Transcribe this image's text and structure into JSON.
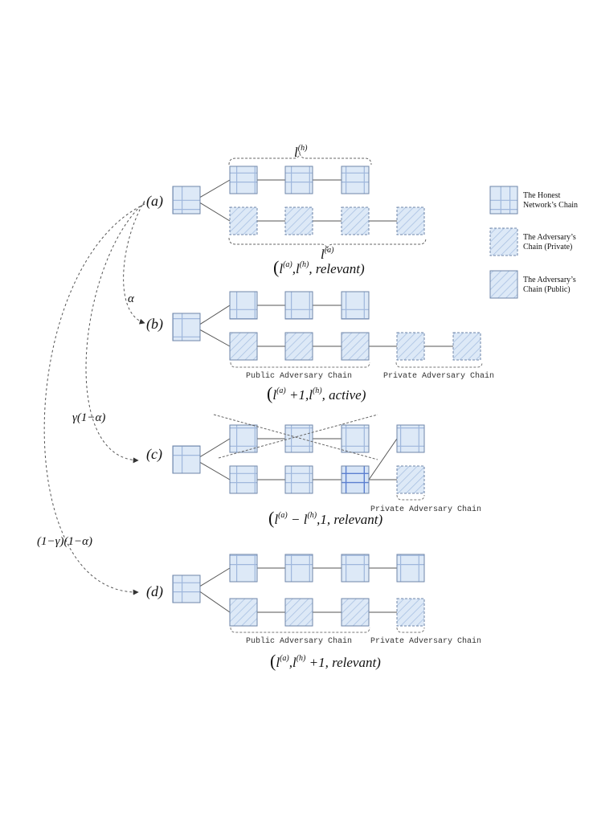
{
  "colors": {
    "block_fill": "#dde9f7",
    "block_border": "#6f86a8",
    "grid_line": "#9fb7dc",
    "grid_line_strong": "#5b7fd0",
    "hatch_line": "#a9c1e2",
    "connector": "#555555",
    "dashed": "#555555"
  },
  "states": {
    "a": {
      "label": "(a)",
      "tuple": {
        "pre": "(",
        "l1": "l",
        "s1": "(a)",
        "comma1": ",",
        "l2": "l",
        "s2": "(h)",
        "rest": ", relevant)"
      }
    },
    "b": {
      "label": "(b)",
      "tuple": {
        "pre": "(",
        "l1": "l",
        "s1": "(a)",
        "mid": " +1,",
        "l2": "l",
        "s2": "(h)",
        "rest": ", active)"
      }
    },
    "c": {
      "label": "(c)",
      "tuple": {
        "pre": "(",
        "l1": "l",
        "s1": "(a)",
        "mid": " − ",
        "l2": "l",
        "s2": "(h)",
        "rest": ",1, relevant)"
      }
    },
    "d": {
      "label": "(d)",
      "tuple": {
        "pre": "(",
        "l1": "l",
        "s1": "(a)",
        "comma1": ",",
        "l2": "l",
        "s2": "(h)",
        "rest": " +1, relevant)"
      }
    }
  },
  "brace_labels": {
    "honest_top": {
      "l": "l",
      "s": "(h)"
    },
    "adversary_bottom": {
      "l": "l",
      "s": "(a)"
    }
  },
  "chain_labels": {
    "public_adversary": "Public Adversary Chain",
    "private_adversary": "Private Adversary Chain"
  },
  "transitions": {
    "to_b": "α",
    "to_c": "γ(1−α)",
    "to_d": "(1−γ)(1−α)"
  },
  "legend": {
    "honest": [
      "The Honest",
      "Network’s Chain"
    ],
    "private": [
      "The Adversary’s",
      "Chain (Private)"
    ],
    "public": [
      "The Adversary’s",
      "Chain (Public)"
    ]
  }
}
